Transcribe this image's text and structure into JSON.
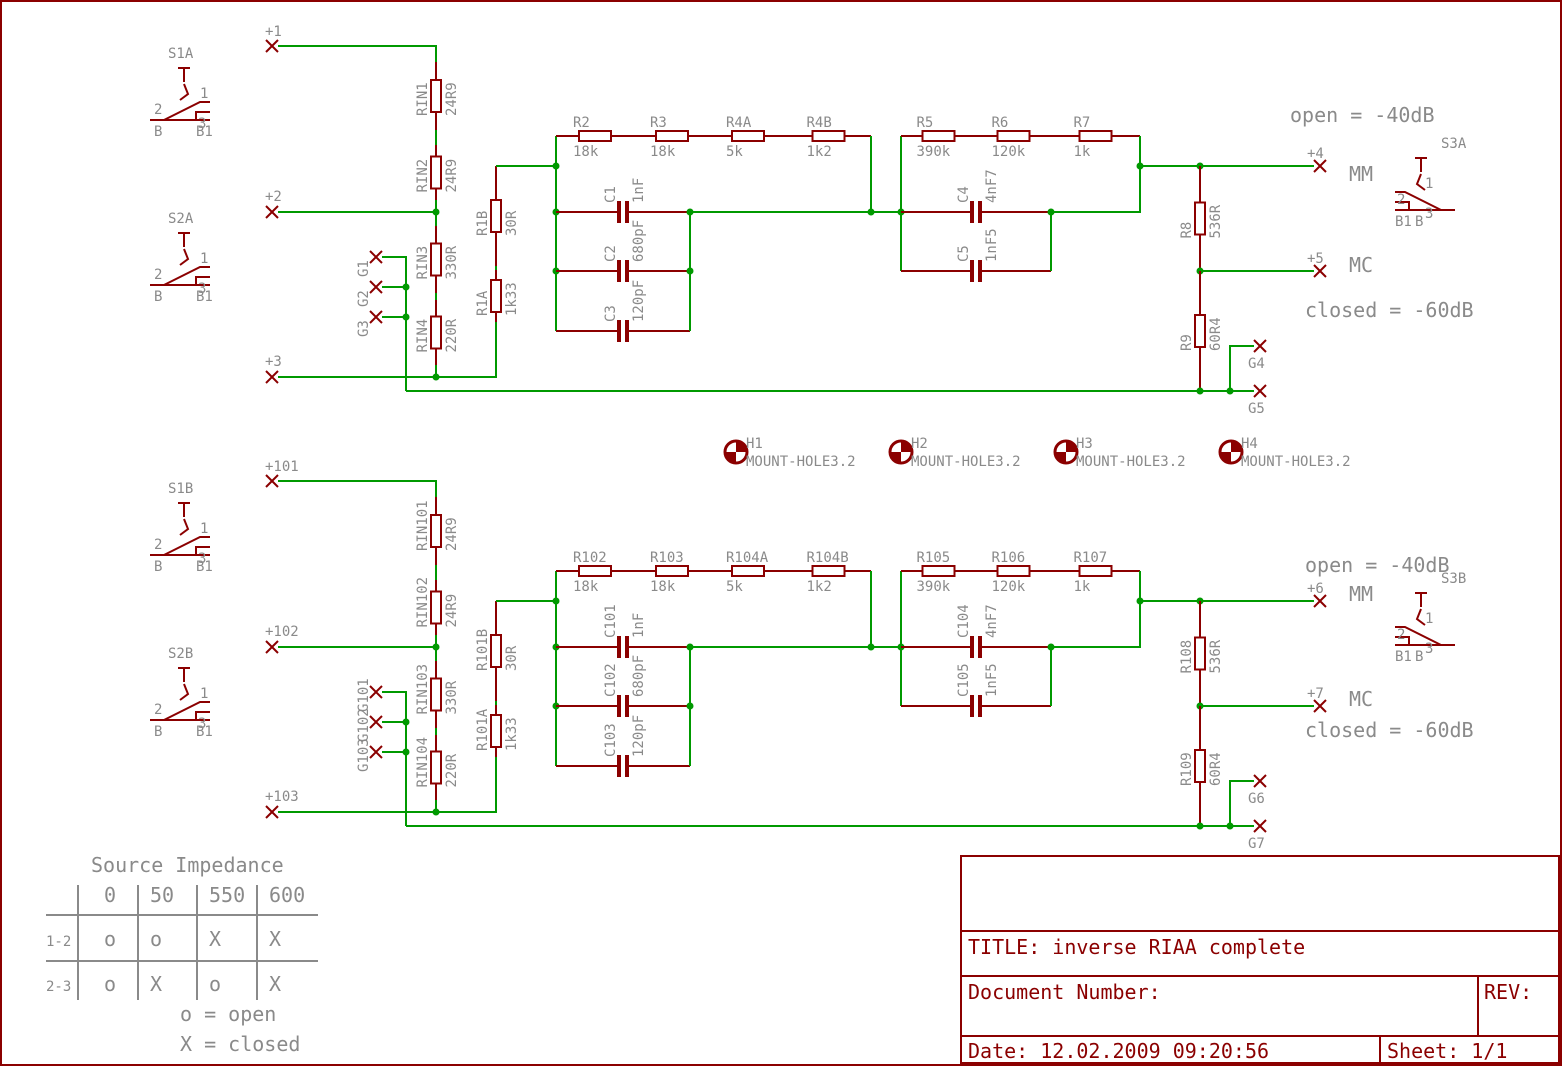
{
  "notes": {
    "mm_open_1": "open = -40dB",
    "mc_closed_1": "closed = -60dB",
    "mm_open_2": "open = -40dB",
    "mc_closed_2": "closed = -60dB",
    "mm": "MM",
    "mc": "MC"
  },
  "title_block": {
    "title": "TITLE:  inverse RIAA  complete",
    "doc_number": "Document Number:",
    "rev": "REV:",
    "date": "Date: 12.02.2009 09:20:56",
    "sheet": "Sheet: 1/1"
  },
  "impedance_table": {
    "title": "Source Impedance",
    "columns": [
      "0",
      "50",
      "550",
      "600"
    ],
    "rows": [
      {
        "label": "1-2",
        "cells": [
          "o",
          "o",
          "X",
          "X"
        ]
      },
      {
        "label": "2-3",
        "cells": [
          "o",
          "X",
          "o",
          "X"
        ]
      }
    ],
    "legend_open": "o = open",
    "legend_closed": "X = closed"
  },
  "mount_holes": [
    {
      "name": "H1",
      "value": "MOUNT-HOLE3.2"
    },
    {
      "name": "H2",
      "value": "MOUNT-HOLE3.2"
    },
    {
      "name": "H3",
      "value": "MOUNT-HOLE3.2"
    },
    {
      "name": "H4",
      "value": "MOUNT-HOLE3.2"
    }
  ],
  "channel_a": {
    "terminals": {
      "in1": "+1",
      "in2": "+2",
      "in3": "+3",
      "mm": "+4",
      "mc": "+5"
    },
    "grounds": {
      "g1": "G1",
      "g2": "G2",
      "g3": "G3",
      "g4": "G4",
      "g5": "G5"
    },
    "switches": {
      "s1": "S1A",
      "s2": "S2A",
      "s3": "S3A"
    },
    "rin": [
      {
        "name": "RIN1",
        "value": "24R9"
      },
      {
        "name": "RIN2",
        "value": "24R9"
      },
      {
        "name": "RIN3",
        "value": "330R"
      },
      {
        "name": "RIN4",
        "value": "220R"
      }
    ],
    "r1b": {
      "name": "R1B",
      "value": "30R"
    },
    "r1a": {
      "name": "R1A",
      "value": "1k33"
    },
    "chain1": [
      {
        "name": "R2",
        "value": "18k"
      },
      {
        "name": "R3",
        "value": "18k"
      },
      {
        "name": "R4A",
        "value": "5k"
      },
      {
        "name": "R4B",
        "value": "1k2"
      }
    ],
    "chain2": [
      {
        "name": "R5",
        "value": "390k"
      },
      {
        "name": "R6",
        "value": "120k"
      },
      {
        "name": "R7",
        "value": "1k"
      }
    ],
    "caps1": [
      {
        "name": "C1",
        "value": "1nF"
      },
      {
        "name": "C2",
        "value": "680pF"
      },
      {
        "name": "C3",
        "value": "120pF"
      }
    ],
    "caps2": [
      {
        "name": "C4",
        "value": "4nF7"
      },
      {
        "name": "C5",
        "value": "1nF5"
      }
    ],
    "r8": {
      "name": "R8",
      "value": "536R"
    },
    "r9": {
      "name": "R9",
      "value": "60R4"
    }
  },
  "channel_b": {
    "terminals": {
      "in1": "+101",
      "in2": "+102",
      "in3": "+103",
      "mm": "+6",
      "mc": "+7"
    },
    "grounds": {
      "g1": "G101",
      "g2": "G102",
      "g3": "G103",
      "g4": "G6",
      "g5": "G7"
    },
    "switches": {
      "s1": "S1B",
      "s2": "S2B",
      "s3": "S3B"
    },
    "rin": [
      {
        "name": "RIN101",
        "value": "24R9"
      },
      {
        "name": "RIN102",
        "value": "24R9"
      },
      {
        "name": "RIN103",
        "value": "330R"
      },
      {
        "name": "RIN104",
        "value": "220R"
      }
    ],
    "r1b": {
      "name": "R101B",
      "value": "30R"
    },
    "r1a": {
      "name": "R101A",
      "value": "1k33"
    },
    "chain1": [
      {
        "name": "R102",
        "value": "18k"
      },
      {
        "name": "R103",
        "value": "18k"
      },
      {
        "name": "R104A",
        "value": "5k"
      },
      {
        "name": "R104B",
        "value": "1k2"
      }
    ],
    "chain2": [
      {
        "name": "R105",
        "value": "390k"
      },
      {
        "name": "R106",
        "value": "120k"
      },
      {
        "name": "R107",
        "value": "1k"
      }
    ],
    "caps1": [
      {
        "name": "C101",
        "value": "1nF"
      },
      {
        "name": "C102",
        "value": "680pF"
      },
      {
        "name": "C103",
        "value": "120pF"
      }
    ],
    "caps2": [
      {
        "name": "C104",
        "value": "4nF7"
      },
      {
        "name": "C105",
        "value": "1nF5"
      }
    ],
    "r8": {
      "name": "R108",
      "value": "536R"
    },
    "r9": {
      "name": "R109",
      "value": "60R4"
    }
  }
}
